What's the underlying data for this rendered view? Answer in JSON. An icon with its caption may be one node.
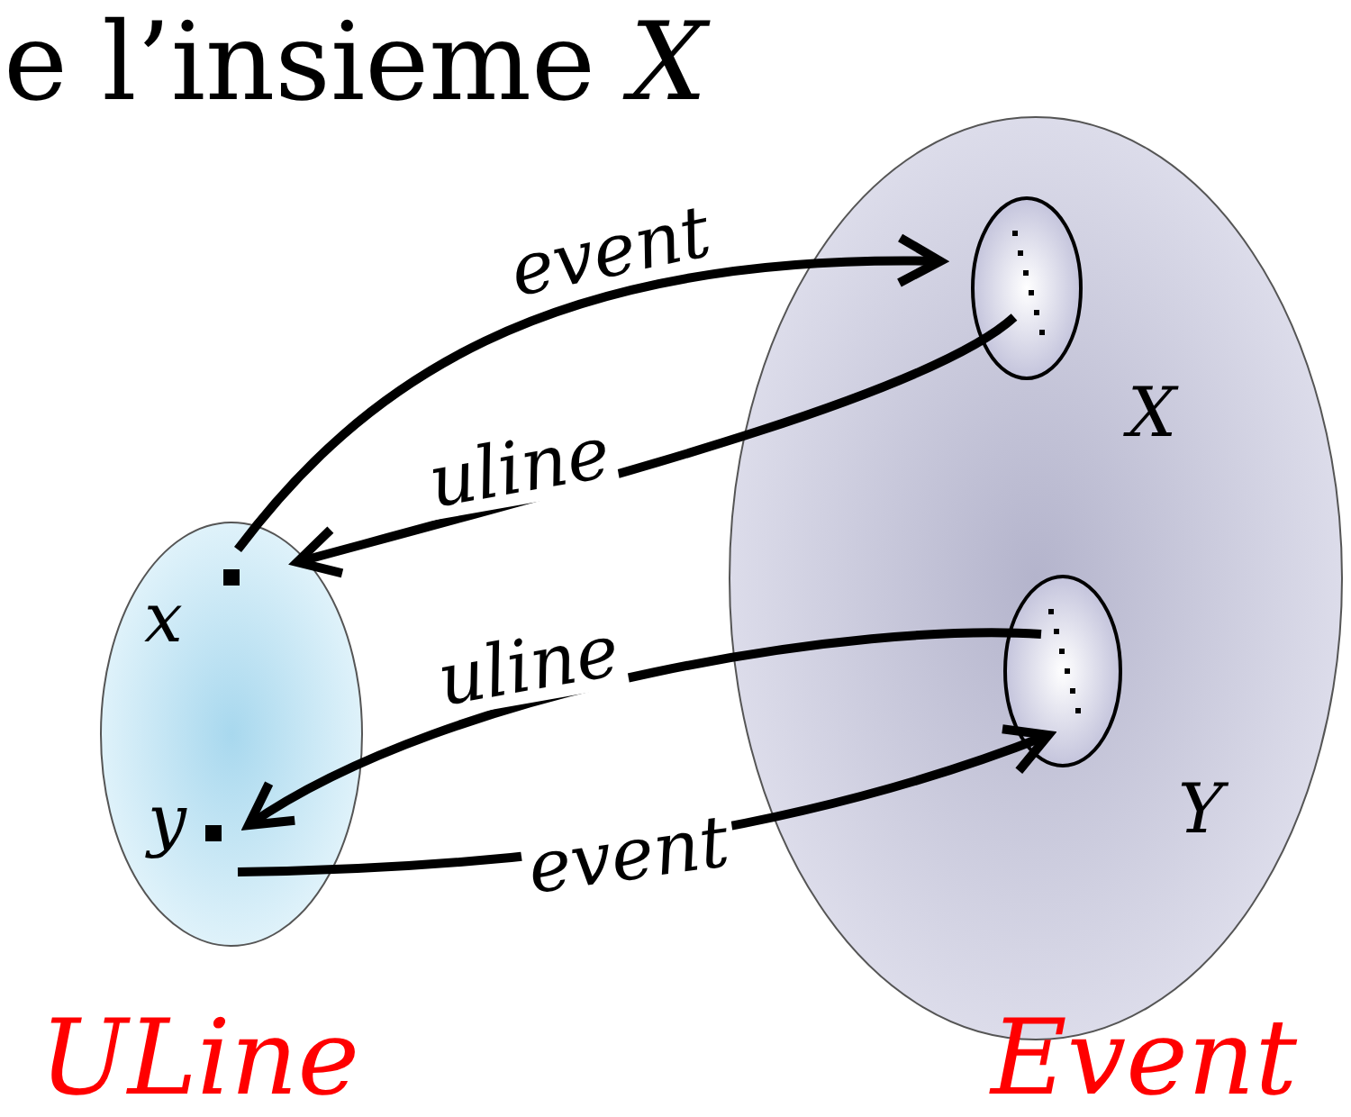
{
  "diagram": {
    "title": "e l’insieme *X*",
    "nodes": [
      {
        "text": [
          "ULine"
        ]
      },
      {
        "text": [
          "x"
        ],
        "in": 0
      },
      {
        "text": [
          "y"
        ],
        "in": 0
      },
      {
        "text": [
          "Event"
        ]
      },
      {
        "text": [
          "X"
        ],
        "in": 3
      },
      {
        "text": [
          "Y"
        ],
        "in": 3
      }
    ],
    "edges": [
      {
        "from": 1,
        "to": 4,
        "arrow": "to",
        "label": "event"
      },
      {
        "from": 4,
        "to": 1,
        "arrow": "to",
        "label": "uline"
      },
      {
        "from": 5,
        "to": 2,
        "arrow": "to",
        "label": "uline"
      },
      {
        "from": 2,
        "to": 5,
        "arrow": "to",
        "label": "event"
      }
    ]
  }
}
